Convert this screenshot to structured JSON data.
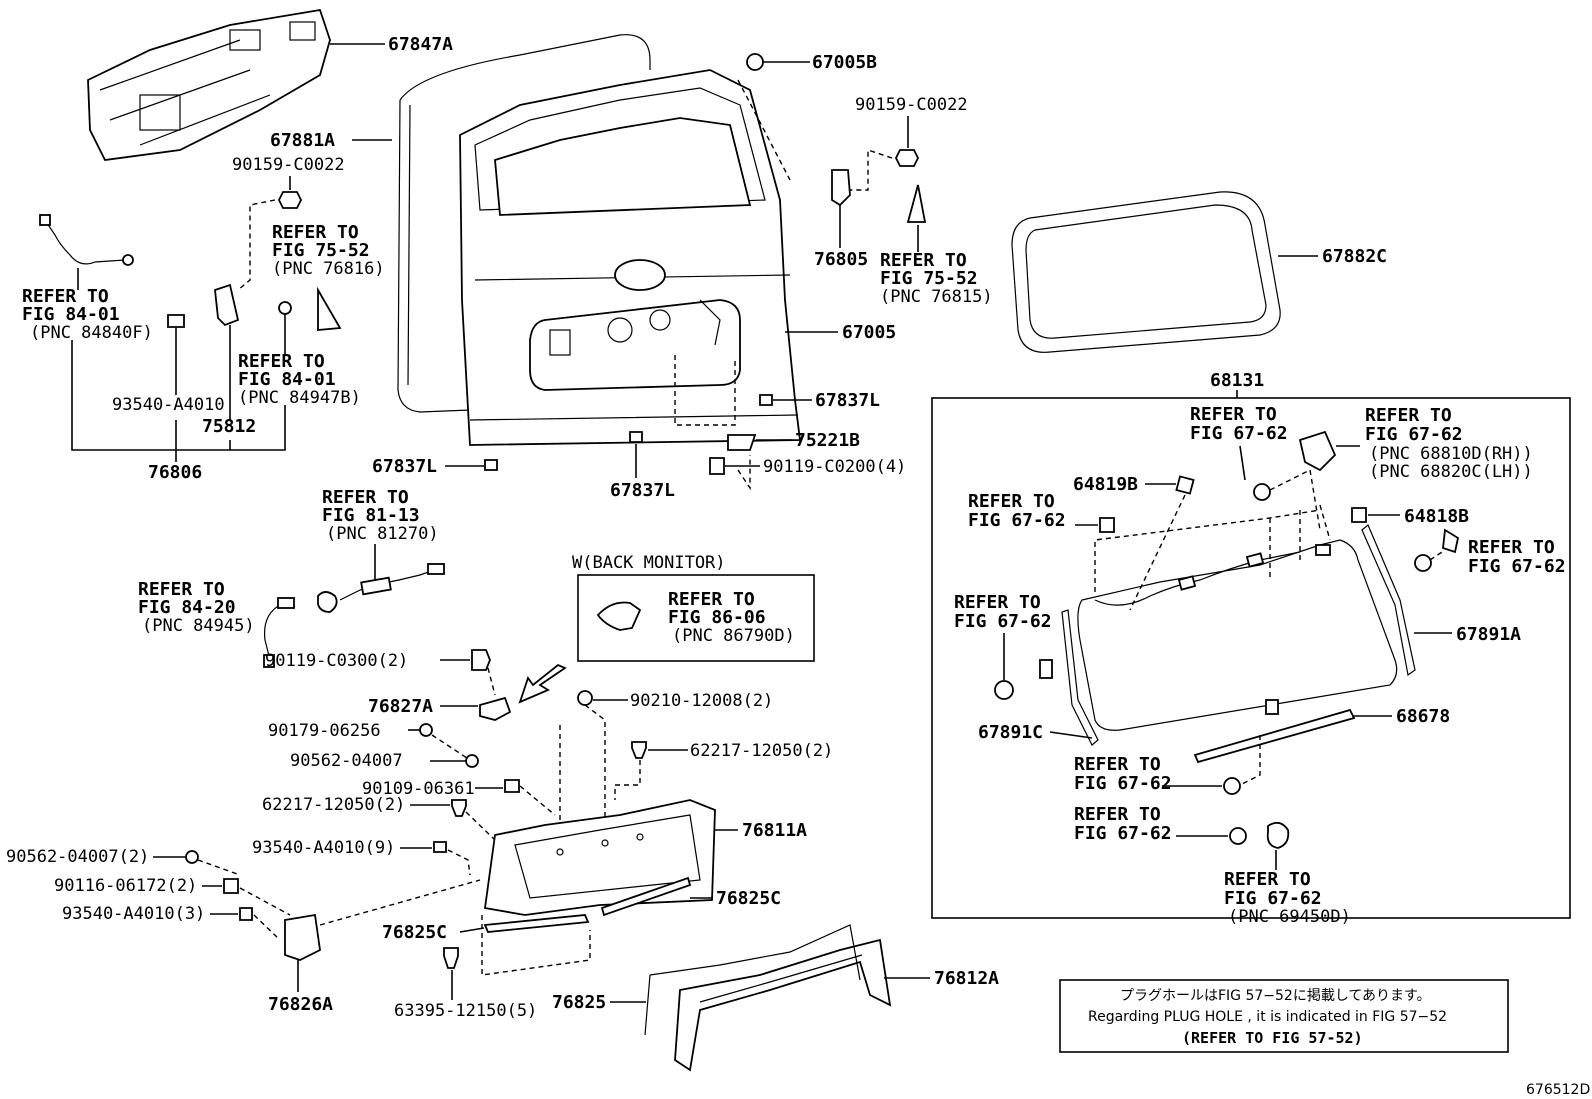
{
  "labels": {
    "p67847A": "67847A",
    "p67881A": "67881A",
    "p67005B": "67005B",
    "p90159a": "90159-C0022",
    "p90159b": "90159-C0022",
    "p76805": "76805",
    "p67882C": "67882C",
    "p67005": "67005",
    "p68131": "68131",
    "p67837L_a": "67837L",
    "p67837L_b": "67837L",
    "p67837L_c": "67837L",
    "p75221B": "75221B",
    "p90119_c0200": "90119-C0200(4)",
    "p93540_a4010": "93540-A4010",
    "p75812": "75812",
    "p76806": "76806",
    "p64819B": "64819B",
    "p64818B": "64818B",
    "p67891A": "67891A",
    "p67891C": "67891C",
    "p68678": "68678",
    "p90119_c0300": "90119-C0300(2)",
    "p76827A": "76827A",
    "p90210": "90210-12008(2)",
    "p90179": "90179-06256",
    "p62217_a": "62217-12050(2)",
    "p90562_a": "90562-04007",
    "p90109": "90109-06361",
    "p62217_b": "62217-12050(2)",
    "p76811A": "76811A",
    "p93540_9": "93540-A4010(9)",
    "p90562_2": "90562-04007(2)",
    "p90116": "90116-06172(2)",
    "p93540_3": "93540-A4010(3)",
    "p76825C_a": "76825C",
    "p76825C_b": "76825C",
    "p76826A": "76826A",
    "p63395": "63395-12150(5)",
    "p76825": "76825",
    "p76812A": "76812A"
  },
  "refs": {
    "r75_52_76816": [
      "REFER TO",
      "FIG 75-52",
      "(PNC 76816)"
    ],
    "r75_52_76815": [
      "REFER TO",
      "FIG 75-52",
      "(PNC 76815)"
    ],
    "r84_01_84840F": [
      "REFER TO",
      "FIG 84-01",
      "(PNC 84840F)"
    ],
    "r84_01_84947B": [
      "REFER TO",
      "FIG 84-01",
      "(PNC 84947B)"
    ],
    "r81_13": [
      "REFER TO",
      "FIG 81-13",
      "(PNC 81270)"
    ],
    "r84_20": [
      "REFER TO",
      "FIG 84-20",
      "(PNC 84945)"
    ],
    "r86_06": [
      "REFER TO",
      "FIG 86-06",
      "(PNC 86790D)"
    ],
    "r67_62_a": [
      "REFER TO",
      "FIG 67-62"
    ],
    "r67_62_rhlh": [
      "REFER TO",
      "FIG 67-62",
      "(PNC 68810D(RH))",
      "(PNC 68820C(LH))"
    ],
    "r67_62_b": [
      "REFER TO",
      "FIG 67-62"
    ],
    "r67_62_c": [
      "REFER TO",
      "FIG 67-62"
    ],
    "r67_62_d": [
      "REFER TO",
      "FIG 67-62"
    ],
    "r67_62_e": [
      "REFER TO",
      "FIG 67-62"
    ],
    "r67_62_f": [
      "REFER TO",
      "FIG 67-62"
    ],
    "r67_62_69450D": [
      "REFER TO",
      "FIG 67-62",
      "(PNC 69450D)"
    ]
  },
  "back_monitor_title": "W(BACK MONITOR)",
  "note": {
    "jp": "プラグホールはFIG 57−52に掲載してあります。",
    "en": "Regarding PLUG HOLE , it is indicated in FIG 57−52",
    "ref": "(REFER TO FIG 57-52)"
  },
  "figure_id": "676512D"
}
